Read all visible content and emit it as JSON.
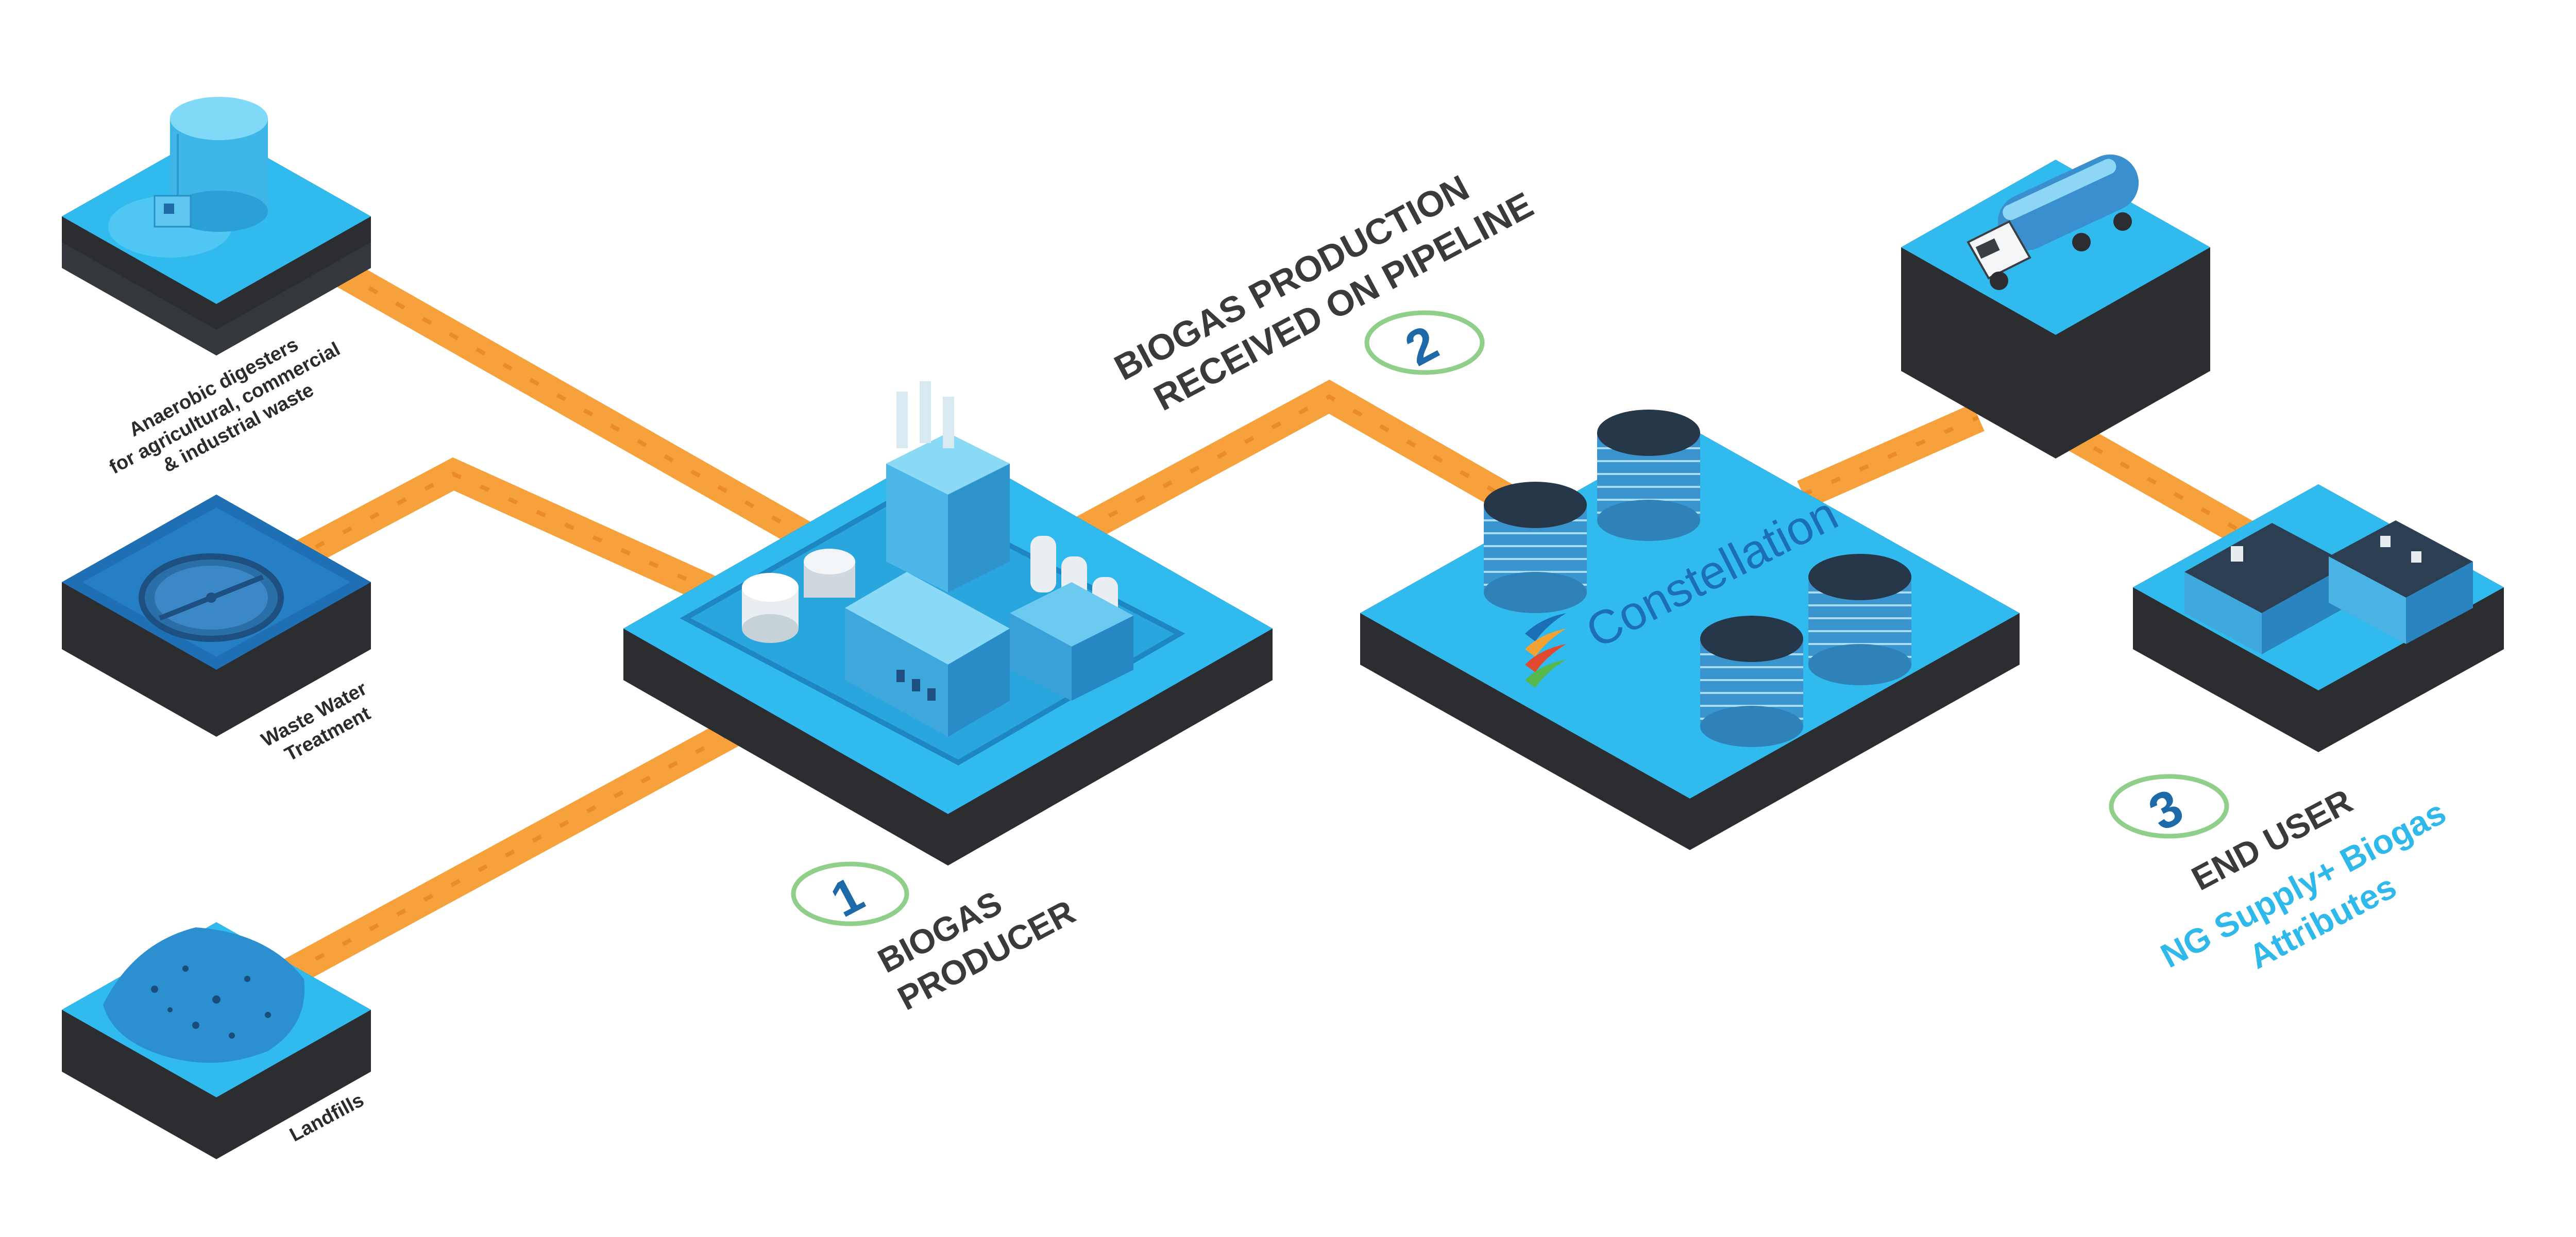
{
  "sources": {
    "digesters": "Anaerobic digesters for agricultural, commercial & industrial waste",
    "digesters_lines": [
      "Anaerobic digesters",
      "for agricultural, commercial",
      "& industrial waste"
    ],
    "wastewater_lines": [
      "Waste Water",
      "Treatment"
    ],
    "landfills": "Landfills"
  },
  "steps": [
    {
      "number": "1",
      "lines": [
        "BIOGAS",
        "PRODUCER"
      ]
    },
    {
      "number": "2",
      "lines": [
        "BIOGAS PRODUCTION",
        "RECEIVED ON PIPELINE"
      ]
    },
    {
      "number": "3",
      "lines": [
        "END USER"
      ],
      "sub_lines": [
        "NG Supply+ Biogas",
        "Attributes"
      ]
    }
  ],
  "brand": {
    "name": "Constellation"
  },
  "colors": {
    "pipeline": "#f7a13c",
    "platform_top": "#31baee",
    "platform_side": "#2b2d31",
    "accent_blue": "#2fb8ea",
    "number_blue": "#1e6aa8",
    "circle_green": "#8fcf8a"
  }
}
